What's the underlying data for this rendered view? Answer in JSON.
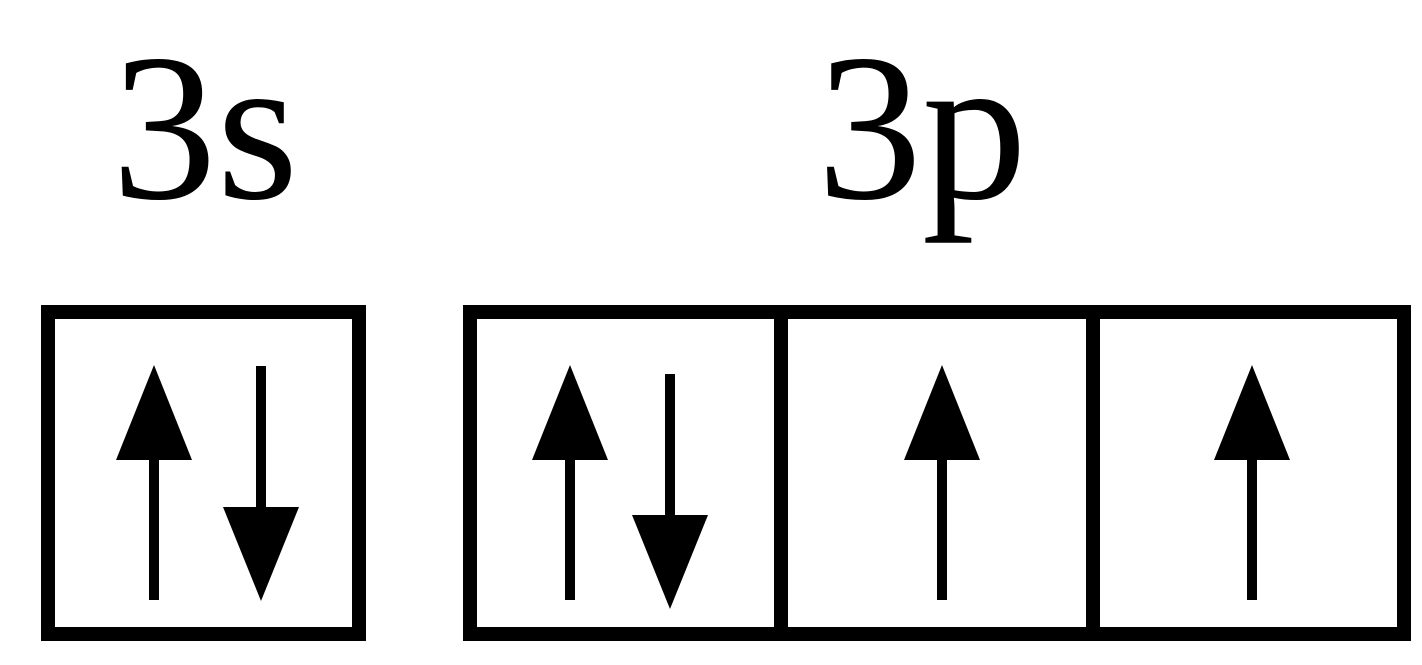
{
  "subshells": [
    {
      "label": "3s",
      "orbitals": [
        {
          "electrons": [
            "up",
            "down"
          ]
        }
      ]
    },
    {
      "label": "3p",
      "orbitals": [
        {
          "electrons": [
            "up",
            "down"
          ]
        },
        {
          "electrons": [
            "up"
          ]
        },
        {
          "electrons": [
            "up"
          ]
        }
      ]
    }
  ],
  "colors": {
    "ink": "#000000",
    "background": "#ffffff"
  }
}
